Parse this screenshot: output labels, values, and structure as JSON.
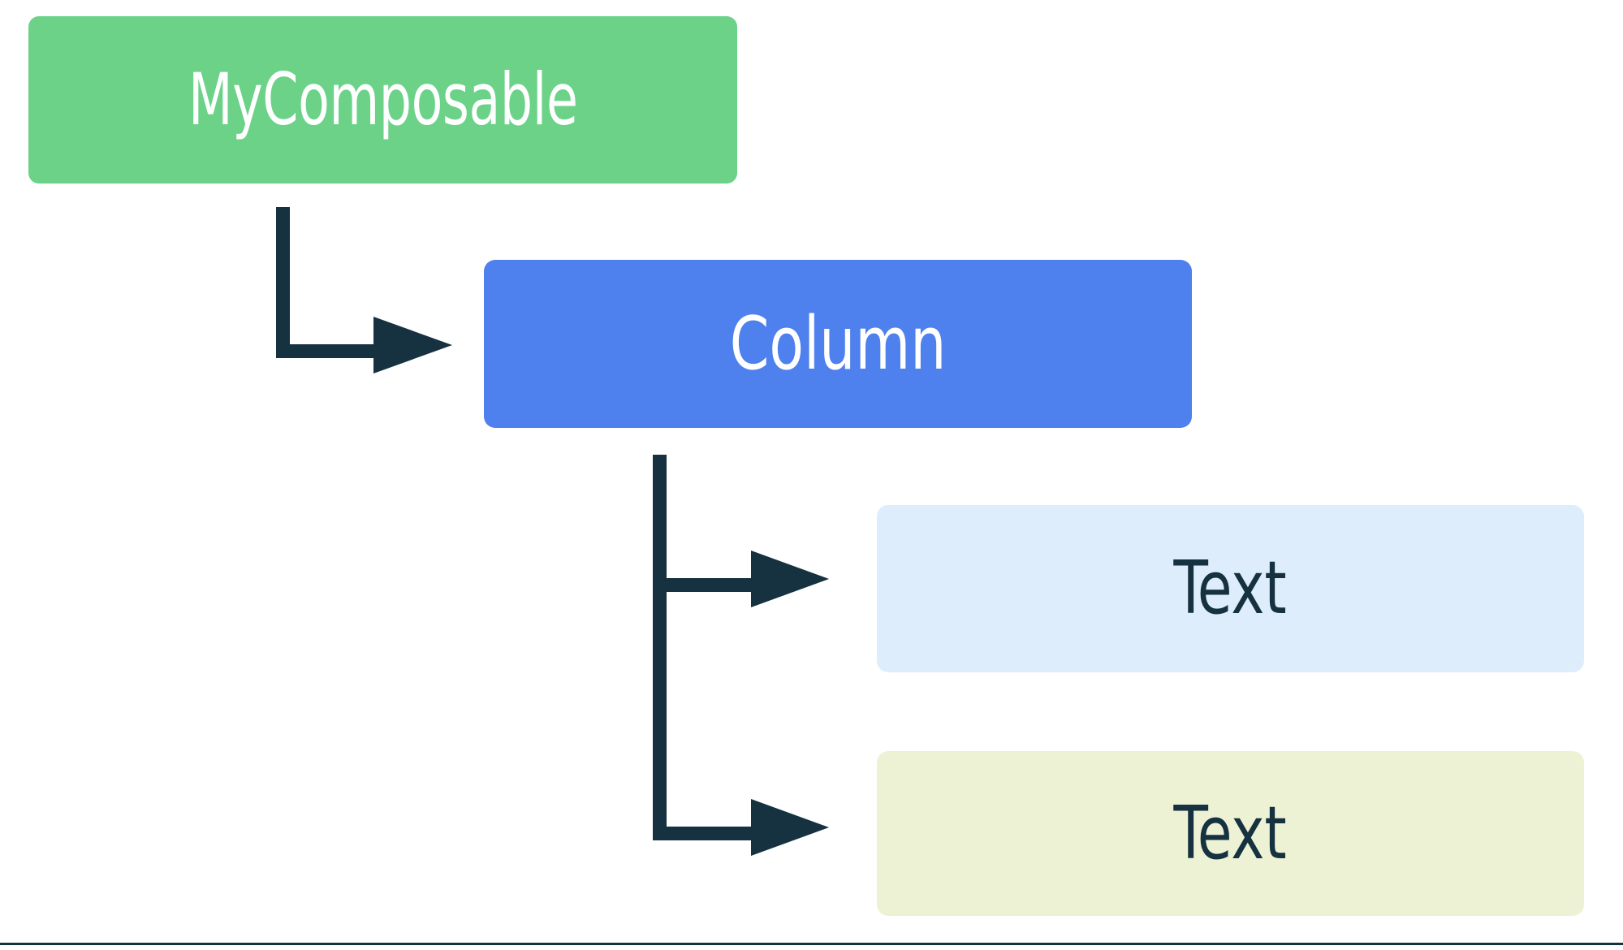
{
  "diagram": {
    "title": "Composable hierarchy tree",
    "type": "tree",
    "background_color": "#FFFFFF",
    "connector_color": "#16313F",
    "nodes": [
      {
        "id": "root",
        "label": "MyComposable",
        "role": "root",
        "fill_color": "#6BD288",
        "text_color": "#FFFFFF",
        "depth": 0
      },
      {
        "id": "column",
        "label": "Column",
        "role": "layout-container",
        "fill_color": "#4E80EE",
        "text_color": "#FFFFFF",
        "depth": 1
      },
      {
        "id": "text-1",
        "label": "Text",
        "role": "leaf",
        "fill_color": "#DDEDFB",
        "text_color": "#16313F",
        "depth": 2
      },
      {
        "id": "text-2",
        "label": "Text",
        "role": "leaf",
        "fill_color": "#EEF2D5",
        "text_color": "#16313F",
        "depth": 2
      }
    ],
    "edges": [
      {
        "id": "edge-root-column",
        "from": "root",
        "to": "column",
        "style": "elbow-arrow"
      },
      {
        "id": "edge-column-text-1",
        "from": "column",
        "to": "text-1",
        "style": "elbow-arrow"
      },
      {
        "id": "edge-column-text-2",
        "from": "column",
        "to": "text-2",
        "style": "elbow-arrow"
      }
    ],
    "baseline_rule": {
      "visible": true,
      "color": "#16313F"
    }
  }
}
